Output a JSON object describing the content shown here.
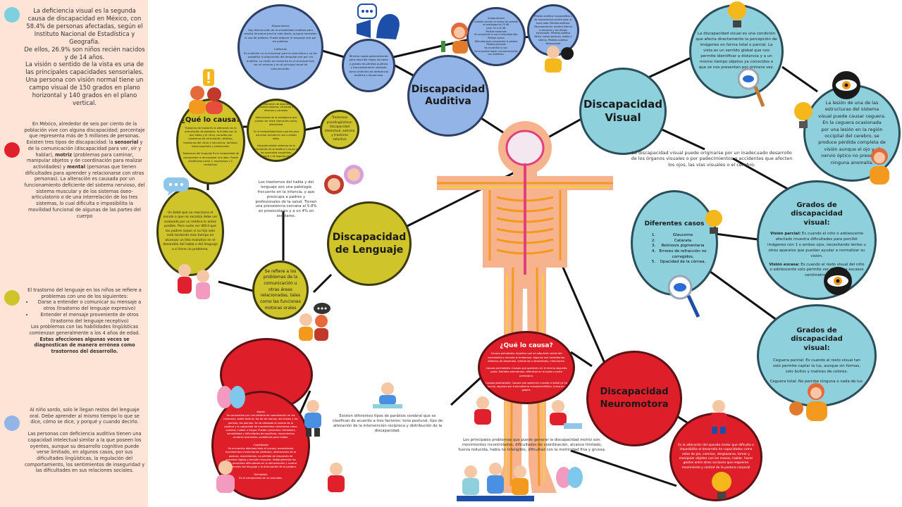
{
  "sidebar": {
    "colors": {
      "background": "#fde4d7",
      "dot1": "#7fd0df",
      "dot2": "#e0202c",
      "dot3": "#cfc42a",
      "dot4": "#93b4e6"
    },
    "p1": "La deficiencia visual es la segunda causa de discapacidad en México, con 58.4% de personas afectadas, según el Instituto Nacional de Estadística y Geografía.",
    "p2": "De ellos, 26.9% son niños recién nacidos y de 14 años.",
    "p3": "La visión o sentido de la vista es una de las principales capacidades sensoriales. Una persona con visión normal tiene un campo visual de 150 grados en plano horizontal y 140 grados en el plano vertical.",
    "p4": "En México, alrededor de seis por ciento de la población vive con alguna discapacidad; porcentaje que representa más de 5 millones de personas.",
    "p5_a": "Existen tres tipos de discapacidad: la",
    "p5_b": "sensorial",
    "p5_c": "y de la comunicación (discapacidad para ver, oír y hablar),",
    "p5_d": "motriz",
    "p5_e": "(problemas para caminar, manipular objetos y de coordinación para realizar actividades) y",
    "p5_f": "mental",
    "p5_g": "(personas que tienen dificultades para aprender y relacionarse con otras personas). La alteración es causada por un funcionamiento deficiente del sistema nervioso, del sistema muscular y de los sistemas óseo- articulatorio o de una interrelación de los tres sistemas, lo cual dificulta o imposibilita la movilidad funcional de algunas de las partes del cuerpo",
    "p6": "El trastorno del lenguaje en los niños se refiere a problemas con uno de los siguientes:",
    "p6_list": [
      "Darse a entender o comunicar su mensaje a otros (trastorno del lenguaje expresivo)",
      "Entender el mensaje proveniente de otros (trastorno del lenguaje receptivo)"
    ],
    "p7_a": "Los problemas con las habilidades lingüísticas comienzan generalmente a los 4 años de edad.",
    "p7_b": "Estas afecciones algunas veces se diagnostican de manera errónea como trastornos del desarrollo.",
    "p8": "Al niño sordo, solo le llegan restos del lenguaje oral. Debe aprender al mismo tiempo lo que se dice, cómo se dice, y porqué y cuando decirlo.",
    "p9": "Las personas con deficiencia auditiva tienen una capacidad intelectual similar a la que poseen los oyentes, aunque su desarrollo cognitivo puede verse limitado, en algunos casos, por sus dificultades lingüísticas, la regulación del comportamiento, los sentimientos de inseguridad y las dificultades en sus relaciones sociales."
  },
  "auditiva": {
    "title": "Discapacidad Auditiva",
    "top": "Hipoacúsicos\nHay disminución de la sensibilidad auditiva pero resulta funcional para la vida diaria, aunque necesiten el uso de prótesis. Puede adquirir el lenguaje oral por vía auditiva.\n\nCofósicos\nSu audición no es funcional para la vida diaria y no les posibilita la adquisición del lenguaje oral por vía auditiva. La visión se convierte en el principal lazo con el entorno y en el principal canal de comunicación.",
    "mid": "Término usado generalmente para describir todos los tipos y grados de pérdida auditiva y frecuentemente utilizado como sinónimo de deficiencia auditiva e hipoacusia",
    "tr1": "Grados básicos\nAudición normal: el umbral de audición no sobrepasa los 20 dB.\nLeve: 20 a 40 dB.\nPérdida moderada\nSe comprende la voz a intensidad alta.\nPérdida severa\nDificultad para comprender la palabra\nPérdida profunda\nNo se percibe la voz.\nNo es posible seguir una conversación con audífonos.",
    "tr2": "Pérdida auditiva: bucoauditiva y de movimientos sutiles para un buen oído.\nPérdida auditiva: Neurosensorial: sordera interna o sensorial y de células sensoriales.\nPérdida auditiva Mixta: varios sectores, medio e interno.\nPérdida auditiva: Retrococlear"
  },
  "visual": {
    "title": "Discapacidad Visual",
    "top": "La discapacidad visual es una condición que afecta directamente la percepción de imágenes en forma total o parcial. La vista es un sentido global que nos permite identificar a distancia y a un mismo tiempo objetos ya conocidos o que se nos presentan por primera vez.",
    "right": "La lesión de una de las estructuras del sistema visual puede causar ceguera. En la ceguera ocasionada por una lesión en la región occipital del cerebro, se produce pérdida completa de visión aunque el ojo y el nervio óptico no presentan ninguna anomalía.",
    "origin": "La discapacidad visual puede originarse por un inadecuado desarrollo de los órganos visuales o por padecimientos o accidentes que afecten los ojos, las vías visuales o el cerebro.",
    "casos_title": "Diferentes casos",
    "casos": [
      "Glaucoma",
      "Catarata",
      "Retinosis pigmentaria",
      "Errores de refracción no corregidos,",
      "Opacidad de la córnea,"
    ],
    "grados_title": "Grados de discapacidad visual:",
    "grados1_a_label": "Visión parcial:",
    "grados1_a": "Es cuando el niño o adolescente afectado muestra dificultades para percibir imágenes con 1 o ambos ojos, necesitando lentes u otros aparatos que puedan ayudar a normalizar su visión.",
    "grados1_b_label": "Visión escasa:",
    "grados1_b": "Es cuando el resto visual del niño o adolescente solo permite ver objetos a escasos centímetros.",
    "grados2_a": "Ceguera parcial: Es cuando el resto visual tan solo permite captar la luz, aunque sin formas, solo bultos y matices de colores.",
    "grados2_b": "Ceguera total: No percibe ninguna o nada de luz."
  },
  "lenguaje": {
    "title": "Discapacidad de Lenguaje",
    "causa_title": "¿Qué lo causa?",
    "causa": "Trastorno del habla Es la alteración en la articulación de palabras: la fluidez con la que habla y el ritmo, causado por trastornos de articulación, disfasia, trastornos del ritmo y frecuencia, farfulleo, habla taquilalia y tartamudez.\n\nTrastornos del lenguaje Es la incapacidad de comprender o de expresar una idea. Puede clasificarse como 1. expresivos y 2. receptivos.",
    "center": "Alteración de órganos fonoarticulatorios, causadas en diversos y variadas.\n\nAlteraciones de la inteligencia que pueden ser entre interacción social, afectividad.\n\nEn la inestabilidad total o parcial para escuchar sonidos en uno o ambos oídos.\n\nDespués existen sistemas de la articulación de la fonética o causa de las anomalías congénitas, subfuncional y de órganos del habla.",
    "side": "Trastornos psicolingüísticos: discapacidad intelectual, autismo y trastorno selectivo",
    "left": "Un bebé que no reacciona al sonido o que no vocaliza debe ser evaluado por un médico lo antes posible. Pero suele ser difícil que los padres sepan si su hijo solo está tardando más tiempo en alcanzar un hito evolutivo en el desarrollo del habla o del lenguaje o si tiene un problema.",
    "bottom": "Se refiere a los problemas de la comunicación u otras áreas relacionadas, tales como las funciones motoras orales",
    "free": "Los trastornos del habla y del lenguaje son una patología frecuente en la infancia, y que preocupa a padres y profesionales de la salud. Tienen una prevalencia cercana al 5-8% en preescolares y a un 4% en escolares."
  },
  "neuromotora": {
    "title": "Discapacidad Neuromotora",
    "causa_title": "¿Qué lo causa?",
    "causa": "Causas prenatales: Aquellas que se adquieren antes del nacimiento o durante el embarazo. Algunas son hereditarias, defectos de desarrollo, trastornos o desórdenes, infecciones.\n\nCausas perinatales: Causas que aparecen en el mismo segundo parto. Nacidos prematuros, dificultad en el parto o parto prematuro.\n\nCausas postnatales: Causas que aparecen cuando el bebé ya ha nacido, algunas son traumatismo craneoencefálico, tumores y golpes.",
    "left": "Ataxia\nSe caracteriza por una pérdida de coordinación en los músculos, sobre todo en los de las manos, las brazos y las piernas, las piernas. Se ve afectado el control de la postura y la capacidad de movimientos voluntarios como caminar, hablar o tragar. Pueden presentar: temblores, sensibilidad y dificultades de equilibrio, movimientos oculares anormales, problemas para hablar.\n\nCuadriplejia\nSe encuentra afectado todo el cuerpo, presentando movimientos involuntarios (atetosis), alteraciones de la postura, movimientos. La pérdida de respuesta de procesos rígidos y tensión muscular. Habitualmente los niños presentan dificultades en la alimentación y control comprensión del lenguaje y la articulación de la palabra.\n\nHemiplejia\nEs el compromiso de un solo lado.",
    "bottom_right": "Es la alteración del aparato motor que dificulta o imposibilita el desarrollo de capacidades como estar de pie, caminar, desplazarse, tomar y manipular objetos con las manos, hablar, hacer gestos entre otras acciones que requieren movimiento y control de la postura corporal",
    "free1": "Existen diferentes tipos de parálisis cerebral que se clasifican de acuerdo a tres factores: tono postural, tipo de alteración de la intervención recíproca y distribución de la discapacidad.",
    "free2": "Los principales problemas que puede generar la discapacidad motriz son: movimientos incontrolados, dificultades de coordinación, alcance limitado, fuerza reducida, habla no inteligible, dificultad con la motricidad fina y gruesa."
  },
  "icons": [
    "human-body-nervous-system",
    "megaphone-head-icon",
    "speech-bubble-icon",
    "magnifier-eye-icon",
    "eye-icon",
    "lightbulb-icon",
    "brain-icon",
    "people-illustrations"
  ]
}
